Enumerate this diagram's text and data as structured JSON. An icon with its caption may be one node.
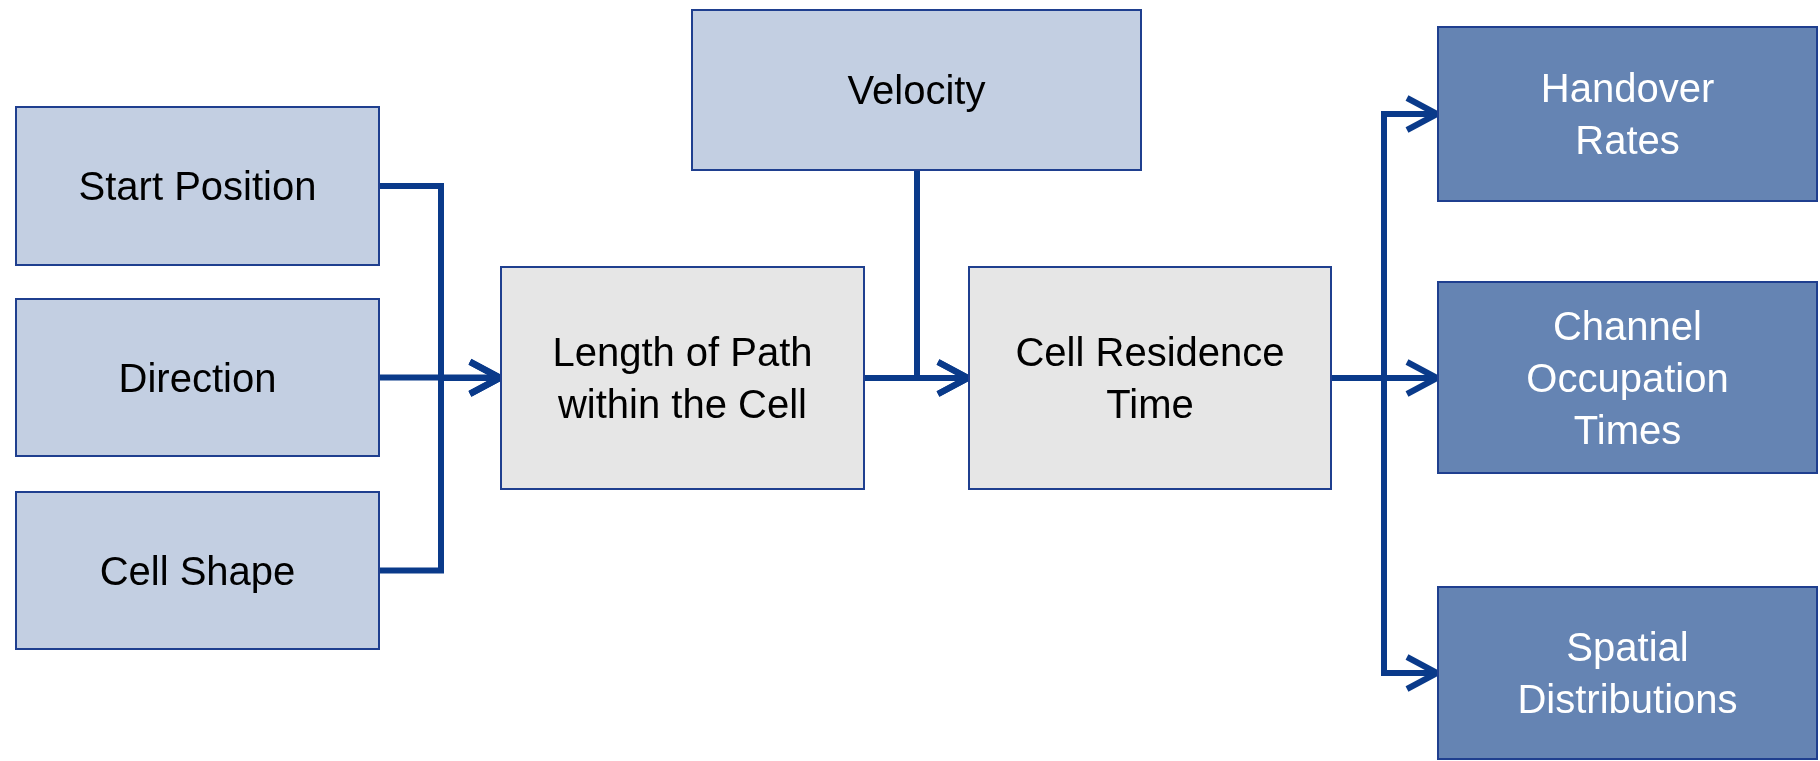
{
  "diagram": {
    "nodes": [
      {
        "text": [
          "Start Position"
        ]
      },
      {
        "text": [
          "Direction"
        ]
      },
      {
        "text": [
          "Cell Shape"
        ]
      },
      {
        "text": [
          "Velocity"
        ]
      },
      {
        "text": [
          "Length of Path within the Cell"
        ]
      },
      {
        "text": [
          "Cell Residence Time"
        ]
      },
      {
        "text": [
          "Handover Rates"
        ]
      },
      {
        "text": [
          "Channel Occupation Times"
        ]
      },
      {
        "text": [
          "Spatial Distributions"
        ]
      }
    ],
    "edges": [
      {
        "from": 0,
        "to": 4,
        "arrow": "to"
      },
      {
        "from": 1,
        "to": 4,
        "arrow": "to"
      },
      {
        "from": 2,
        "to": 4,
        "arrow": "to"
      },
      {
        "from": 4,
        "to": 5,
        "arrow": "to"
      },
      {
        "from": 3,
        "to": 5,
        "arrow": "to"
      },
      {
        "from": 5,
        "to": 6,
        "arrow": "to"
      },
      {
        "from": 5,
        "to": 7,
        "arrow": "to"
      },
      {
        "from": 5,
        "to": 8,
        "arrow": "to"
      }
    ]
  }
}
